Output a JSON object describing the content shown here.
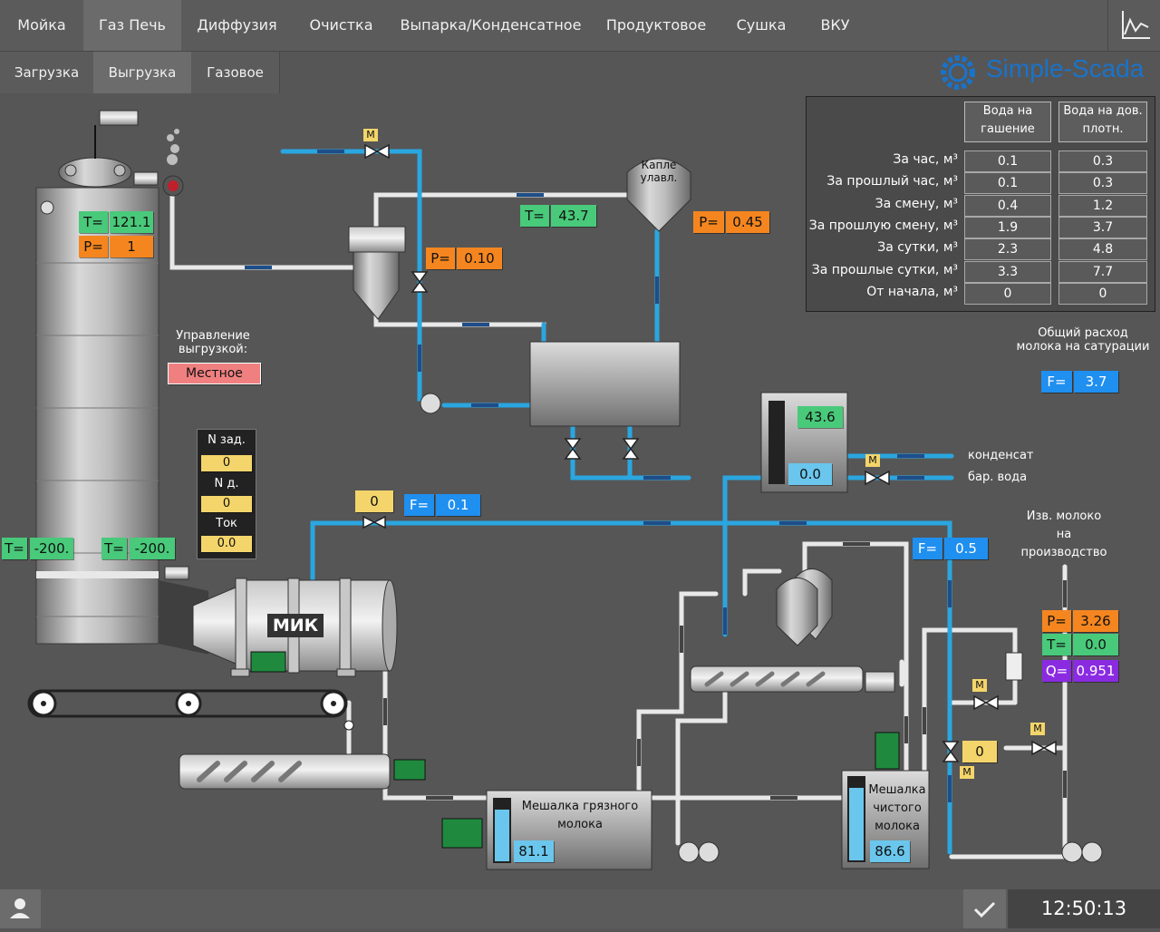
{
  "nav": {
    "tabs": [
      {
        "label": "Мойка"
      },
      {
        "label": "Газ Печь"
      },
      {
        "label": "Диффузия"
      },
      {
        "label": "Очистка"
      },
      {
        "label": "Выпарка/Конденсатное"
      },
      {
        "label": "Продуктовое"
      },
      {
        "label": "Сушка"
      },
      {
        "label": "ВКУ"
      }
    ],
    "subtabs": [
      {
        "label": "Загрузка"
      },
      {
        "label": "Выгрузка"
      },
      {
        "label": "Газовое"
      }
    ]
  },
  "brand": {
    "name": "Simple-Scada",
    "color": "#1a73c9"
  },
  "furnace": {
    "t_label": "T=",
    "t_value": "121.1",
    "p_label": "P=",
    "p_value": "1",
    "t_bottom_left_label": "T=",
    "t_bottom_left_value": "-200.",
    "t_bottom_right_label": "T=",
    "t_bottom_right_value": "-200."
  },
  "control": {
    "label": "Управление выгрузкой:",
    "mode": "Местное"
  },
  "drive_panel": {
    "n_set_label": "N зад.",
    "n_set_value": "0",
    "n_act_label": "N д.",
    "n_act_value": "0",
    "current_label": "Ток",
    "current_value": "0.0"
  },
  "gas_line": {
    "valve_label": "M",
    "p_cyclone_label": "P=",
    "p_cyclone_value": "0.10",
    "t_label": "T=",
    "t_value": "43.7",
    "separator_label": "Капле улавл.",
    "p_sep_label": "P=",
    "p_sep_value": "0.45"
  },
  "water_table": {
    "columns": [
      "Вода на гашение",
      "Вода на дов. плотн."
    ],
    "rows": [
      {
        "label": "За час, м³",
        "a": "0.1",
        "b": "0.3"
      },
      {
        "label": "За прошлый час, м³",
        "a": "0.1",
        "b": "0.3"
      },
      {
        "label": "За смену, м³",
        "a": "0.4",
        "b": "1.2"
      },
      {
        "label": "За прошлую смену, м³",
        "a": "1.9",
        "b": "3.7"
      },
      {
        "label": "За сутки, м³",
        "a": "2.3",
        "b": "4.8"
      },
      {
        "label": "За прошлые сутки, м³",
        "a": "3.3",
        "b": "7.7"
      },
      {
        "label": "От начала, м³",
        "a": "0",
        "b": "0"
      }
    ]
  },
  "milk_flow": {
    "label": "Общий расход молока на сатурации",
    "f_label": "F=",
    "f_value": "3.7"
  },
  "condensate_tank": {
    "value_top": "43.6",
    "value_bottom": "0.0",
    "valve_label": "M",
    "line1": "конденсат",
    "line2": "бар. вода"
  },
  "water_line": {
    "valve_value": "0",
    "f_label": "F=",
    "f_value": "0.1"
  },
  "mik": {
    "label": "МИК"
  },
  "lime_milk": {
    "title": "Изв. молоко на производство",
    "f_label": "F=",
    "f_value": "0.5",
    "p_label": "P=",
    "p_value": "3.26",
    "t_label": "T=",
    "t_value": "0.0",
    "q_label": "Q=",
    "q_value": "0.951",
    "valve_value": "0",
    "valve_m": "M"
  },
  "mixer_dirty": {
    "title": "Мешалка грязного молока",
    "level": "81.1",
    "level_fraction": 0.811
  },
  "mixer_clean": {
    "title": "Мешалка чистого молока",
    "level": "86.6",
    "level_fraction": 0.866
  },
  "status": {
    "time": "12:50:13"
  }
}
